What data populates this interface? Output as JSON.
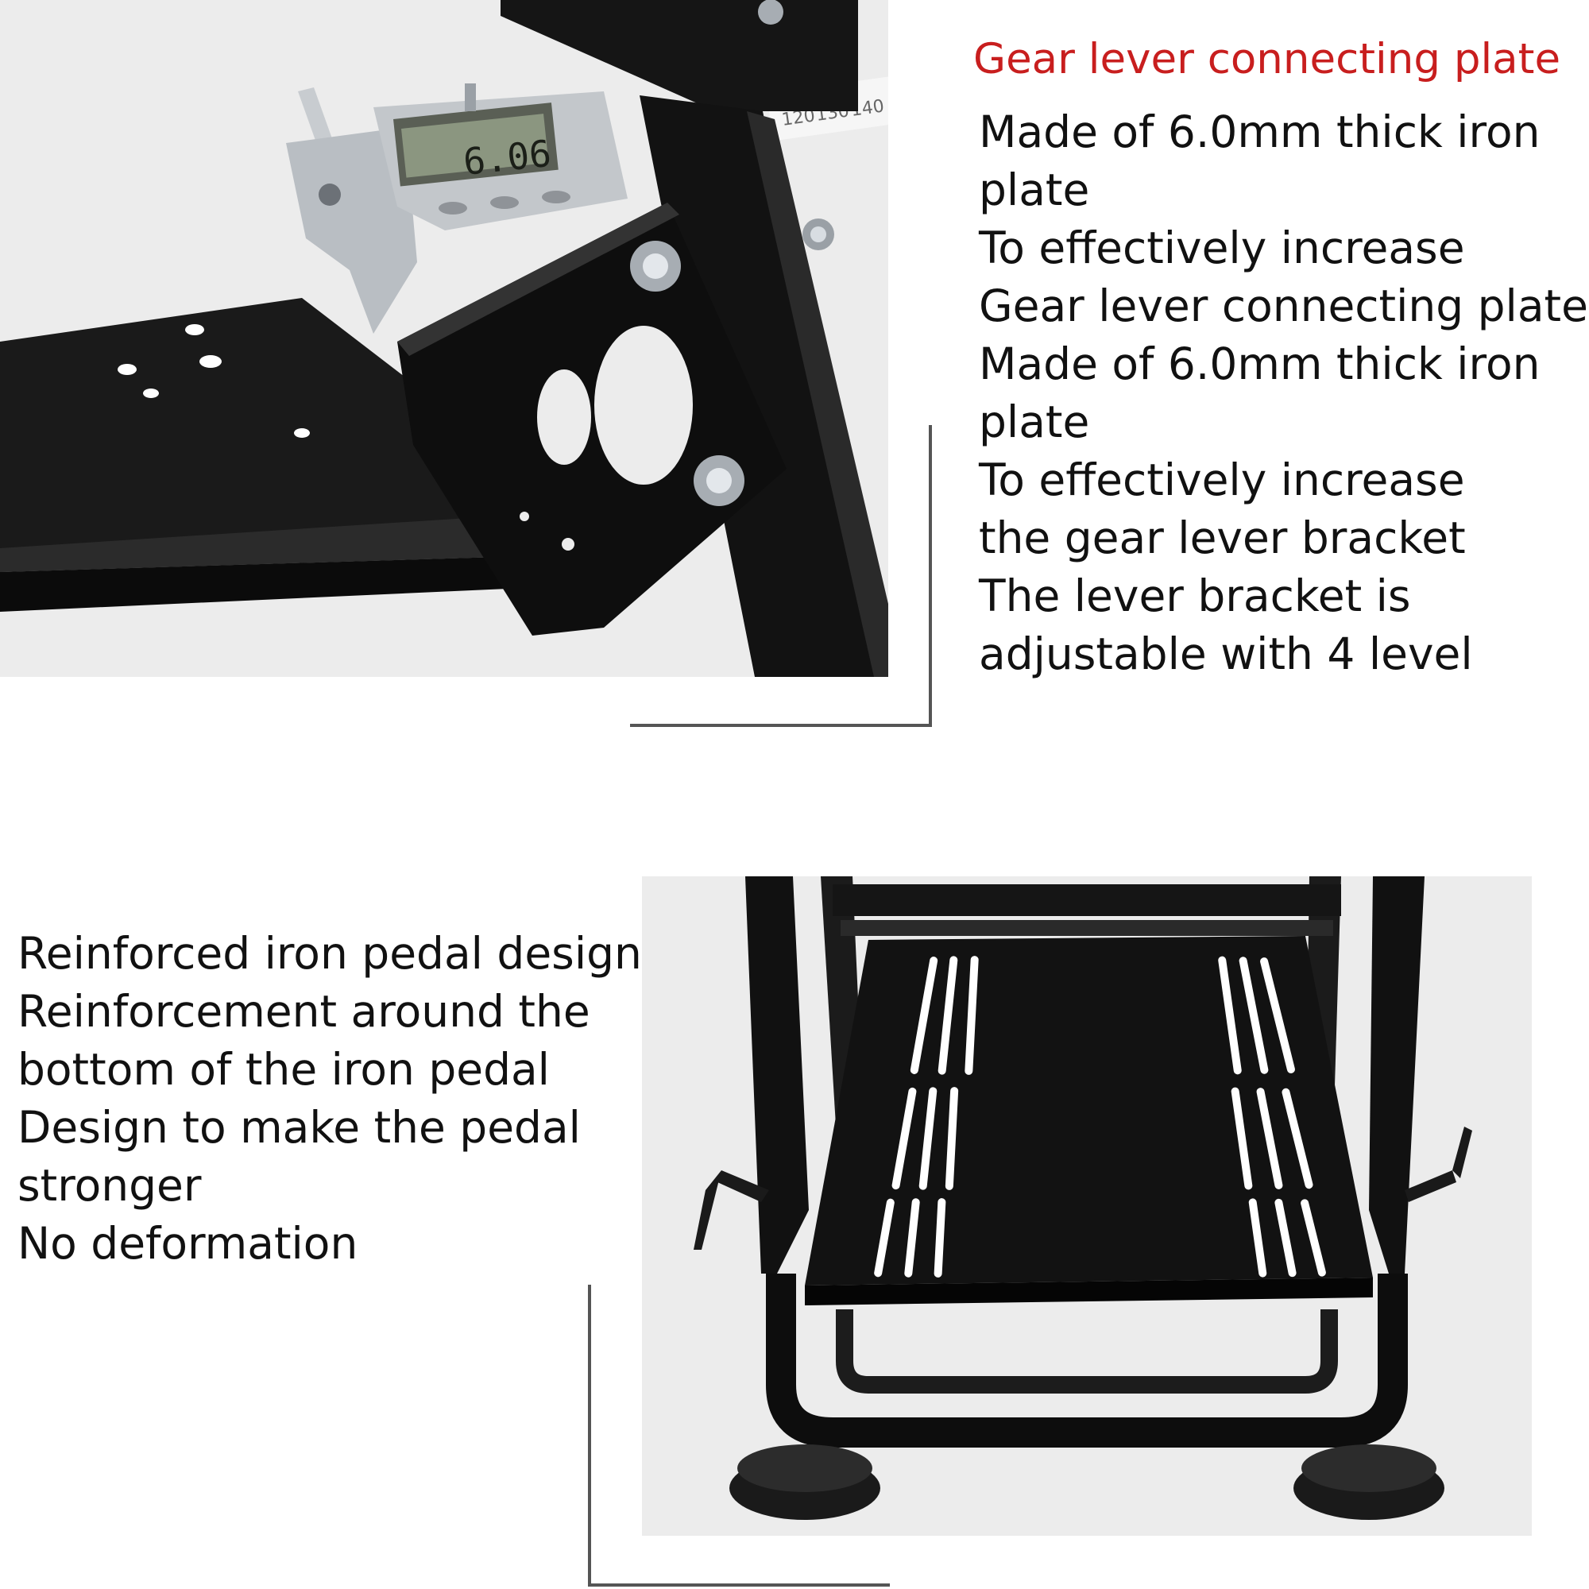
{
  "top_section": {
    "heading": "Gear lever connecting plate",
    "lines": [
      "Made of 6.0mm thick iron",
      "plate",
      "To effectively increase",
      "Gear lever connecting plate",
      "Made of 6.0mm thick iron",
      "plate",
      "To effectively increase",
      "the gear lever bracket",
      "The lever bracket is",
      "adjustable with 4 level"
    ],
    "caliper_reading": "6.06",
    "ruler_numbers": [
      "120",
      "130",
      "140"
    ]
  },
  "bottom_section": {
    "lines": [
      "Reinforced iron pedal design",
      "Reinforcement around the",
      "bottom of the iron pedal",
      "Design to make the pedal",
      "stronger",
      "No deformation"
    ]
  },
  "colors": {
    "heading": "#c81e1e",
    "body_text": "#111111",
    "metal": "#141414",
    "photo_background": "#ececec"
  }
}
